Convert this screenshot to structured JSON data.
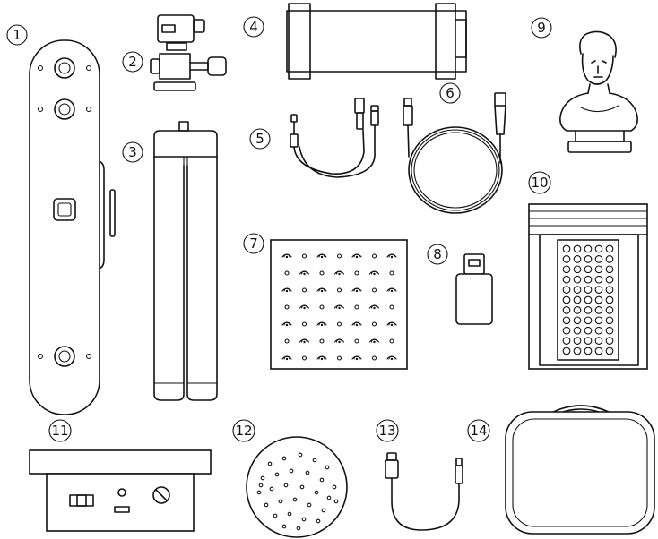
{
  "callouts": [
    {
      "id": "1",
      "label": "1"
    },
    {
      "id": "2",
      "label": "2"
    },
    {
      "id": "3",
      "label": "3"
    },
    {
      "id": "4",
      "label": "4"
    },
    {
      "id": "5",
      "label": "5"
    },
    {
      "id": "6",
      "label": "6"
    },
    {
      "id": "7",
      "label": "7"
    },
    {
      "id": "8",
      "label": "8"
    },
    {
      "id": "9",
      "label": "9"
    },
    {
      "id": "10",
      "label": "10"
    },
    {
      "id": "11",
      "label": "11"
    },
    {
      "id": "12",
      "label": "12"
    },
    {
      "id": "13",
      "label": "13"
    },
    {
      "id": "14",
      "label": "14"
    }
  ],
  "items": {
    "scanner": "scanner-icon",
    "phone_clamp_mount": "mount-adapter-icon",
    "tripod": "tripod-icon",
    "phone_holder": "phone-holder-icon",
    "dual_usb_cable": "y-cable-icon",
    "coiled_cable": "coiled-cable-icon",
    "marker_board": "marker-board-icon",
    "usb_adapter": "usb-adapter-icon",
    "bust_model": "bust-icon",
    "marker_sheet_pack": "marker-pack-icon",
    "turntable": "turntable-icon",
    "dot_disc": "dot-disc-icon",
    "usb_c_cable": "usb-cable-icon",
    "carrying_case": "case-icon"
  },
  "line_color": "#111111",
  "background": "#ffffff"
}
